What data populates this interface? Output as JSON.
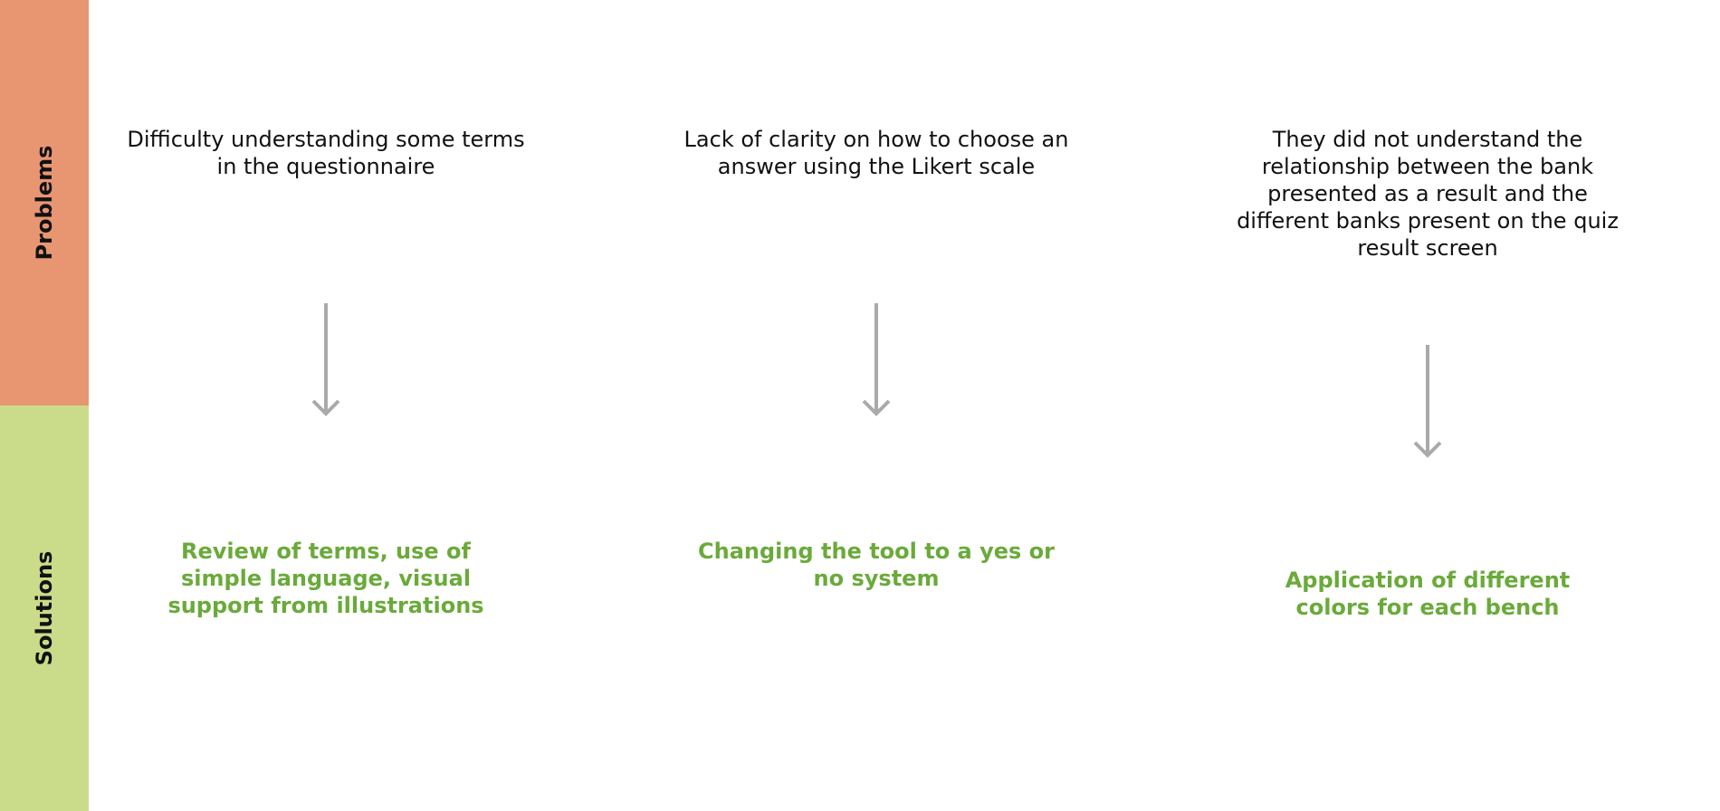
{
  "bands": {
    "problems_label": "Problems",
    "solutions_label": "Solutions"
  },
  "columns": [
    {
      "problem": "Difficulty understanding some terms in the questionnaire",
      "solution": "Review of terms, use of simple language, visual support from illustrations"
    },
    {
      "problem": "Lack of clarity on how to choose an answer using the Likert scale",
      "solution": "Changing the tool to a yes or no system"
    },
    {
      "problem": "They did not understand the relationship between the bank presented as a result and the different banks present on the quiz result screen",
      "solution": "Application of different colors for each bench"
    }
  ],
  "colors": {
    "problems_band": "#e89672",
    "solutions_band": "#cadc8a",
    "solution_text": "#6aaa3a",
    "arrow": "#aaaaaa"
  }
}
